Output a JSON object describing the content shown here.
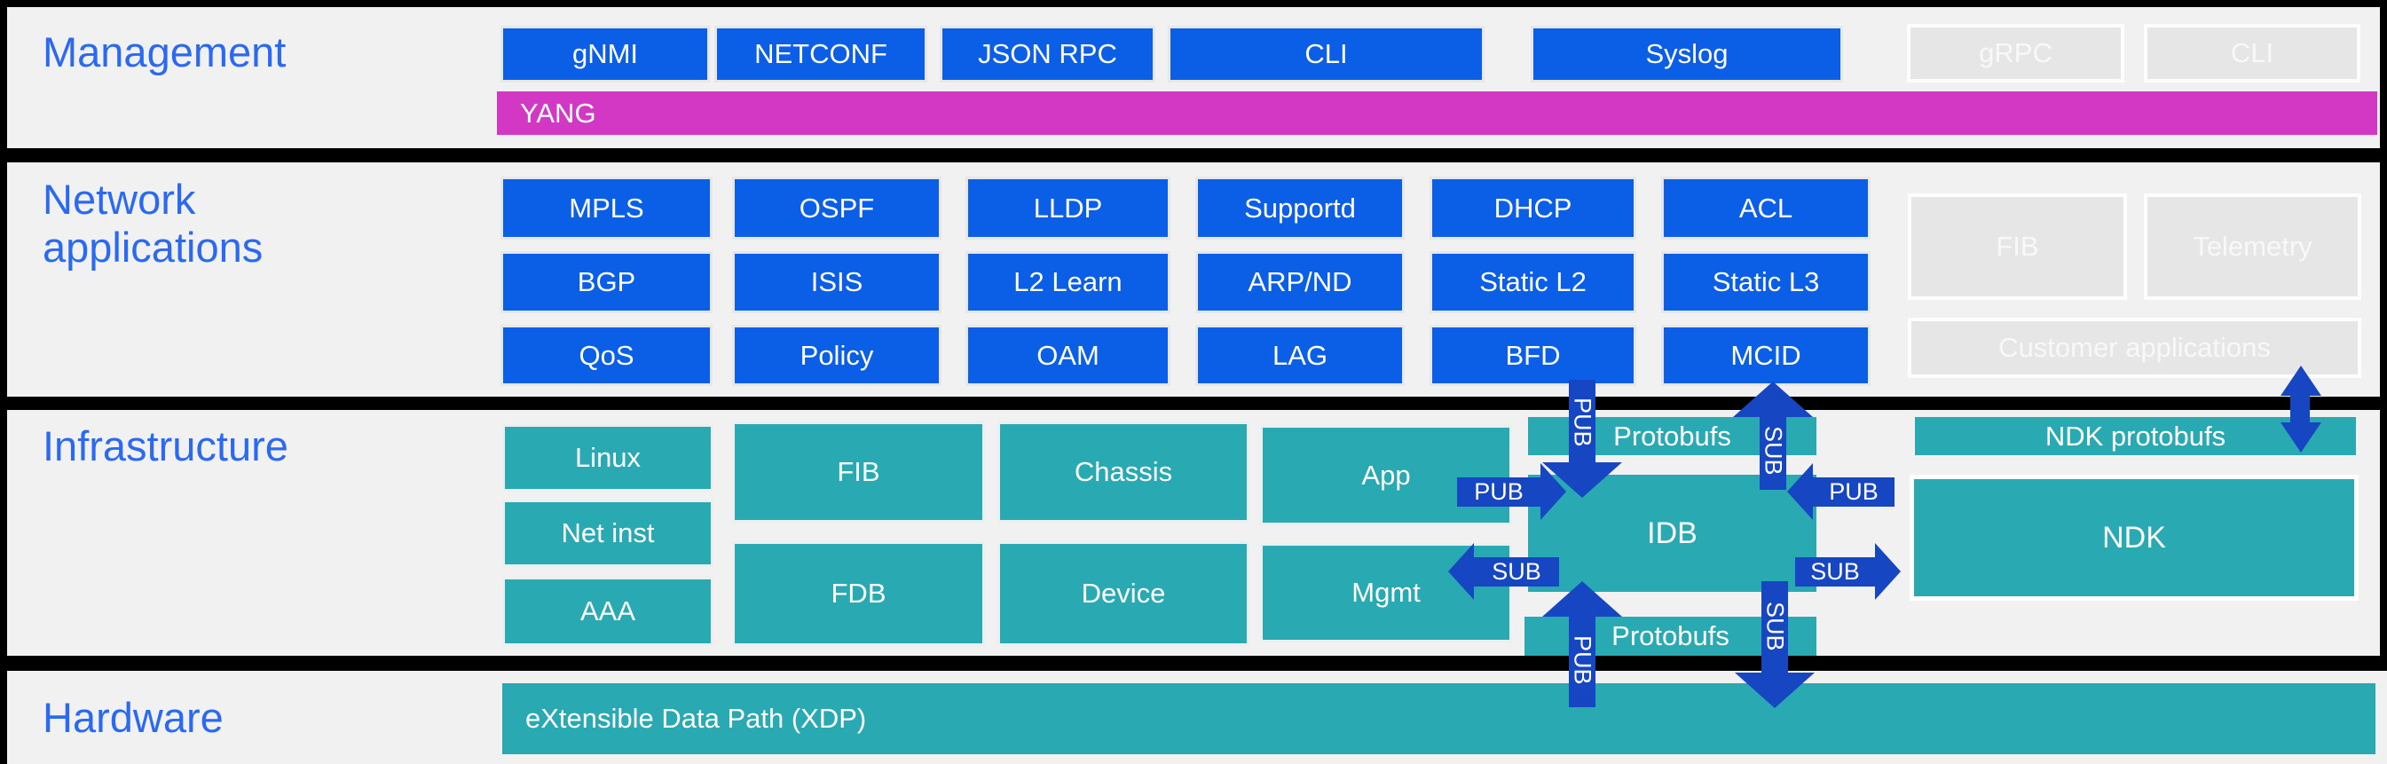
{
  "sections": {
    "management": {
      "label": "Management"
    },
    "network_applications": {
      "label": "Network\napplications"
    },
    "infrastructure": {
      "label": "Infrastructure"
    },
    "hardware": {
      "label": "Hardware"
    }
  },
  "management": {
    "buttons": [
      "gNMI",
      "NETCONF",
      "JSON RPC",
      "CLI",
      "Syslog"
    ],
    "ghost_buttons": [
      "gRPC",
      "CLI"
    ],
    "yang_label": "YANG"
  },
  "network_applications": {
    "rows": [
      [
        "MPLS",
        "OSPF",
        "LLDP",
        "Supportd",
        "DHCP",
        "ACL"
      ],
      [
        "BGP",
        "ISIS",
        "L2 Learn",
        "ARP/ND",
        "Static L2",
        "Static L3"
      ],
      [
        "QoS",
        "Policy",
        "OAM",
        "LAG",
        "BFD",
        "MCID"
      ]
    ],
    "ghost_boxes": [
      "FIB",
      "Telemetry",
      "Customer applications"
    ]
  },
  "infrastructure": {
    "boxes": {
      "linux": "Linux",
      "net_inst": "Net inst",
      "aaa": "AAA",
      "fib": "FIB",
      "fdb": "FDB",
      "chassis": "Chassis",
      "device": "Device",
      "app": "App",
      "mgmt": "Mgmt",
      "protobufs_top": "Protobufs",
      "idb": "IDB",
      "protobufs_bottom": "Protobufs",
      "ndk_protobufs": "NDK protobufs",
      "ndk": "NDK"
    },
    "arrows": {
      "top_pub_down": "PUB",
      "top_sub_up": "SUB",
      "app_to_idb": "PUB",
      "idb_to_mgmt": "SUB",
      "ndk_to_idb": "PUB",
      "idb_to_ndk": "SUB",
      "xdp_pub_up": "PUB",
      "xdp_sub_down": "SUB"
    }
  },
  "hardware": {
    "xdp_label": "eXtensible Data Path (XDP)"
  },
  "colors": {
    "button_blue": "#0b5fe6",
    "arrow_blue": "#1746c3",
    "teal": "#29a9b2",
    "magenta": "#d338c4",
    "label_blue": "#2b6af0",
    "background": "#f1f1f2",
    "frame_black": "#000000",
    "ghost_gray": "#e6e6e6"
  }
}
